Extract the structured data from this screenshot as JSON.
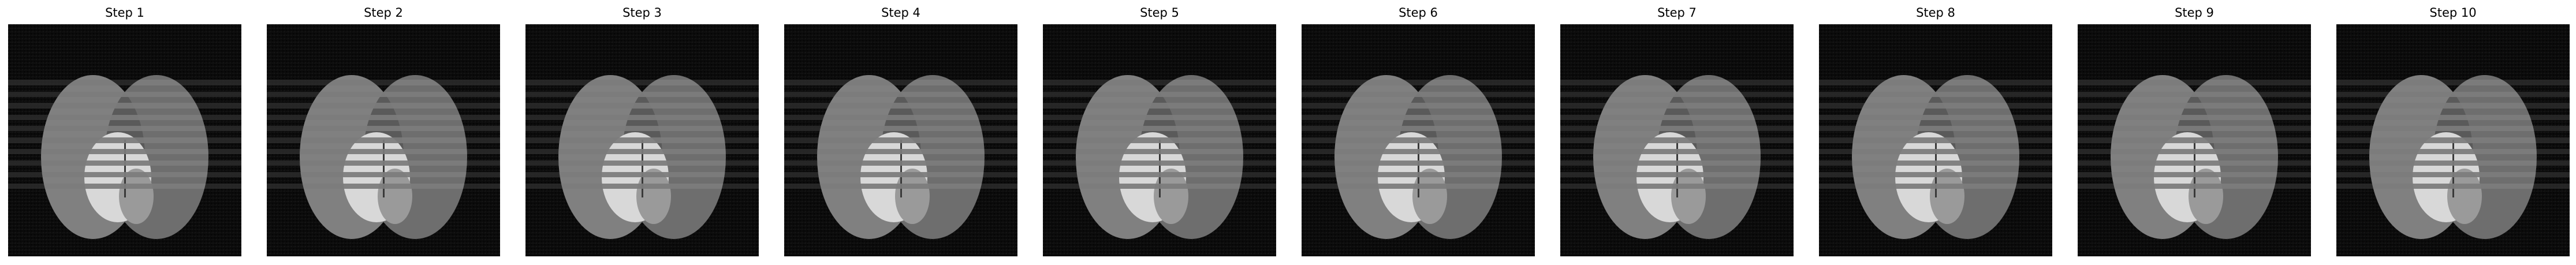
{
  "panels": [
    {
      "title": "Step 1"
    },
    {
      "title": "Step 2"
    },
    {
      "title": "Step 3"
    },
    {
      "title": "Step 4"
    },
    {
      "title": "Step 5"
    },
    {
      "title": "Step 6"
    },
    {
      "title": "Step 7"
    },
    {
      "title": "Step 8"
    },
    {
      "title": "Step 9"
    },
    {
      "title": "Step 10"
    }
  ],
  "colors": {
    "background": "#ffffff",
    "image_background": "#0b0b0b",
    "left_lobe": "#808080",
    "right_lobe": "#6e6e6e",
    "overlap": "#5a5a5a",
    "bright_region": "#d8d8d8",
    "stripe": "#b4b4b4"
  }
}
